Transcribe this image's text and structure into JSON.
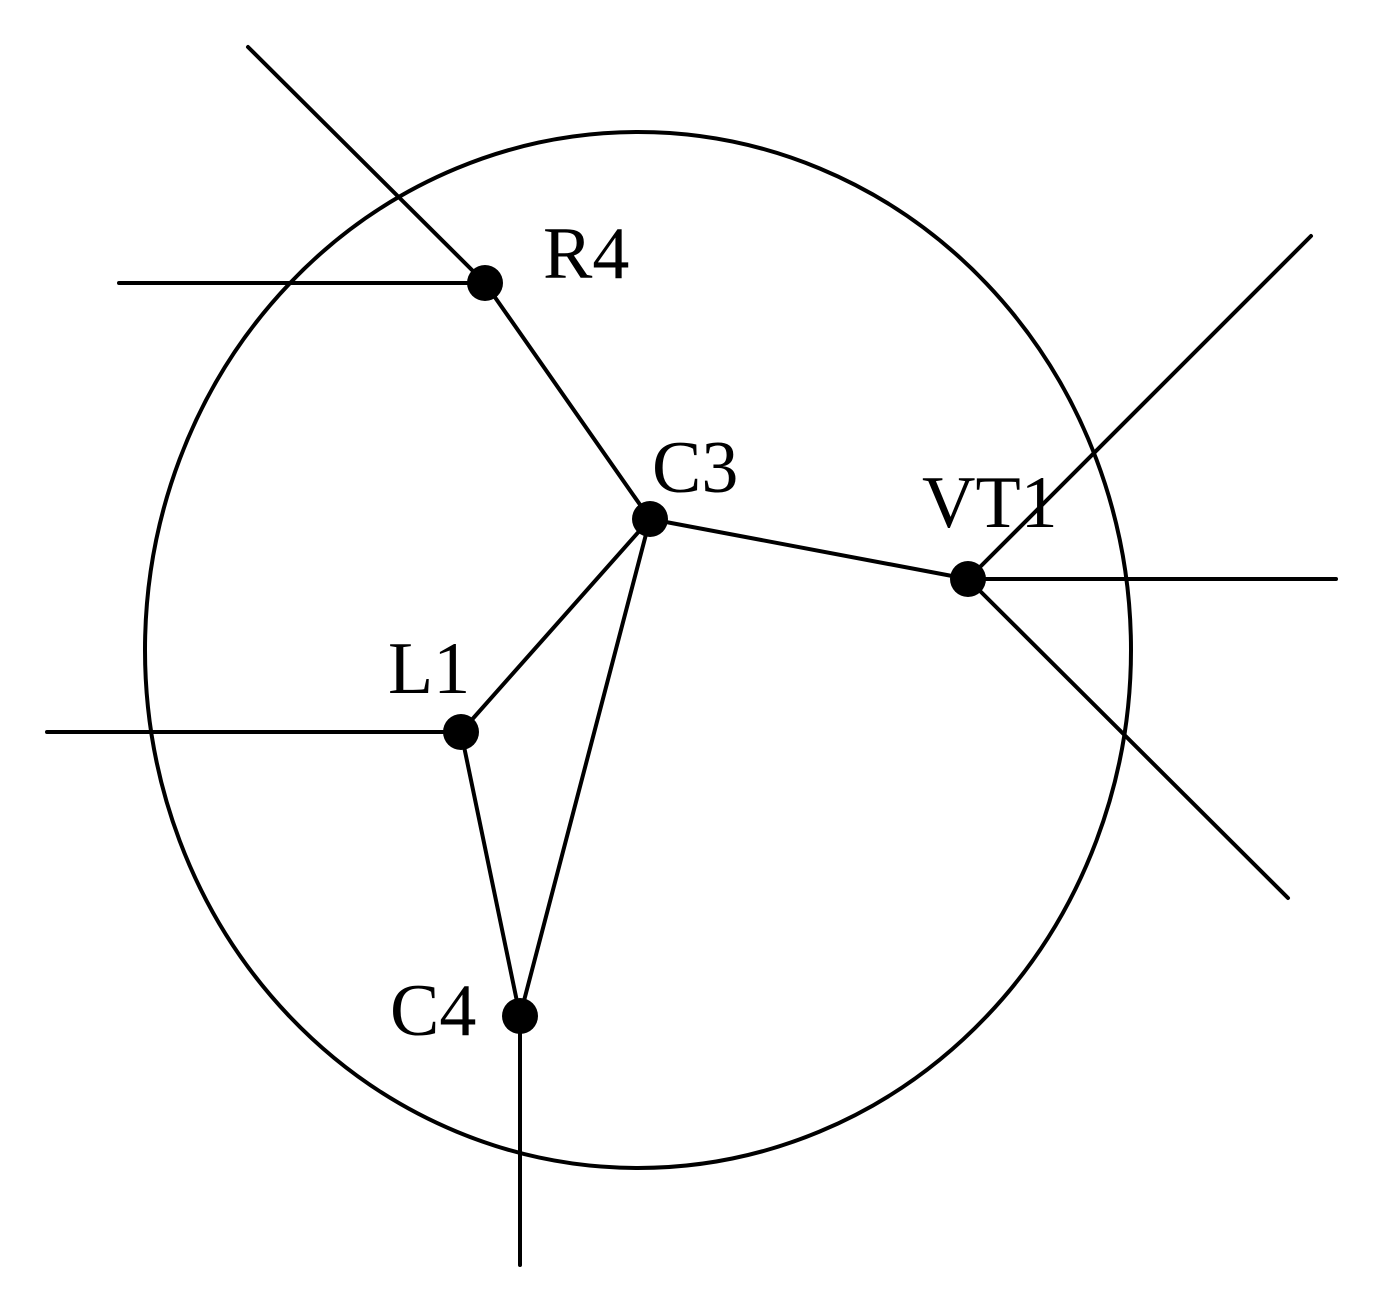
{
  "diagram": {
    "nodes": [
      {
        "id": "R4",
        "label": "R4"
      },
      {
        "id": "C3",
        "label": "C3"
      },
      {
        "id": "VT1",
        "label": "VT1"
      },
      {
        "id": "L1",
        "label": "L1"
      },
      {
        "id": "C4",
        "label": "C4"
      }
    ],
    "edges": [
      {
        "from": "R4",
        "to": "C3"
      },
      {
        "from": "C3",
        "to": "VT1"
      },
      {
        "from": "C3",
        "to": "L1"
      },
      {
        "from": "C3",
        "to": "C4"
      },
      {
        "from": "L1",
        "to": "C4"
      }
    ],
    "colors": {
      "line": "#000000",
      "node": "#000000",
      "background": "#ffffff"
    }
  }
}
